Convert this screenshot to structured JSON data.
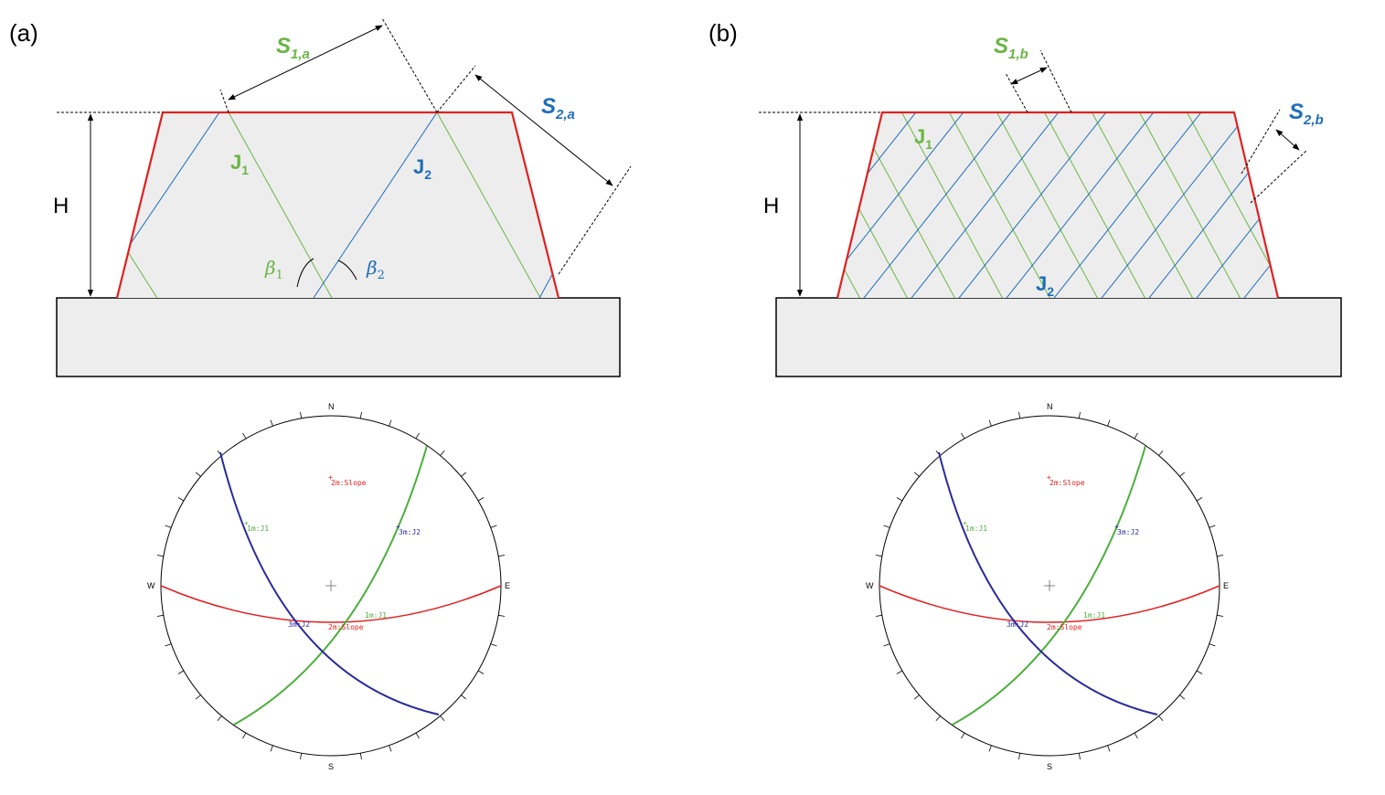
{
  "colors": {
    "slope": "#e02020",
    "j1": "#6ab545",
    "j2": "#1f6eb8",
    "j2_stereo": "#2b2b9a",
    "fill": "#ededed",
    "line": "#000000"
  },
  "panel_a": {
    "label": "(a)",
    "h_label": "H",
    "s1_main": "S",
    "s1_sub": "1,a",
    "s2_main": "S",
    "s2_sub": "2,a",
    "j1_main": "J",
    "j1_sub": "1",
    "j2_main": "J",
    "j2_sub": "2",
    "beta1_main": "β",
    "beta1_sub": "1",
    "beta2_main": "β",
    "beta2_sub": "2"
  },
  "panel_b": {
    "label": "(b)",
    "h_label": "H",
    "s1_main": "S",
    "s1_sub": "1,b",
    "s2_main": "S",
    "s2_sub": "2,b",
    "j1_main": "J",
    "j1_sub": "1",
    "j2_main": "J",
    "j2_sub": "2"
  },
  "stereonet": {
    "north": "N",
    "south": "S",
    "east": "E",
    "west": "W",
    "pole_slope": "2m:Slope",
    "pole_j1": "1m:J1",
    "pole_j2": "3m:J2",
    "gc_slope": "2m:Slope",
    "gc_j1": "1m:J1",
    "gc_j2": "3m:J2"
  }
}
